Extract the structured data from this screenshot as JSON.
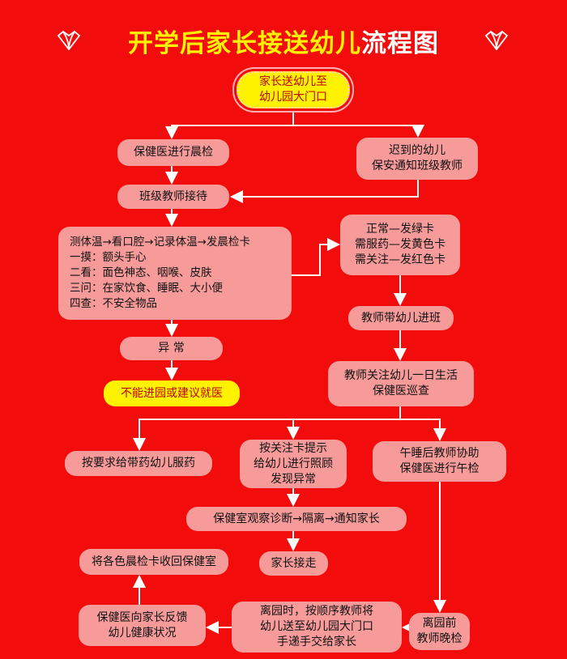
{
  "title": {
    "part1": "开学后家长接送幼儿",
    "part2": "流程图"
  },
  "colors": {
    "background": "#f20c0c",
    "box": "#f79a9a",
    "highlight": "#fff200",
    "title_main": "#fff200"
  },
  "nodes": {
    "start": [
      "家长送幼儿至",
      "幼儿园大门口"
    ],
    "morning_check": [
      "保健医进行晨检"
    ],
    "late": [
      "迟到的幼儿",
      "保安通知班级教师"
    ],
    "teacher_receive": [
      "班级教师接待"
    ],
    "check_detail": [
      "测体温→看口腔→记录体温→发晨检卡",
      "一摸：额头手心",
      "二看：面色神态、咽喉、皮肤",
      "三问：在家饮食、睡眠、大小便",
      "四查：不安全物品"
    ],
    "cards": [
      "正常—发绿卡",
      "需服药—发黄色卡",
      "需关注—发红色卡"
    ],
    "into_class": [
      "教师带幼儿进班"
    ],
    "abnormal": [
      "异 常"
    ],
    "no_entry": [
      "不能进园或建议就医"
    ],
    "daily_care": [
      "教师关注幼儿一日生活",
      "保健医巡查"
    ],
    "medicine": [
      "按要求给带药幼儿服药"
    ],
    "attention_card": [
      "按关注卡提示",
      "给幼儿进行照顾",
      "发现异常"
    ],
    "nap_check": [
      "午睡后教师协助",
      "保健医进行午检"
    ],
    "observe": [
      "保健室观察诊断→隔离→通知家长"
    ],
    "collect_cards": [
      "将各色晨检卡收回保健室"
    ],
    "parent_pickup": [
      "家长接走"
    ],
    "feedback": [
      "保健医向家长反馈",
      "幼儿健康状况"
    ],
    "leave": [
      "离园时，按顺序教师将",
      "幼儿送至幼儿园大门口",
      "手递手交给家长"
    ],
    "evening_check": [
      "离园前",
      "教师晚检"
    ]
  }
}
